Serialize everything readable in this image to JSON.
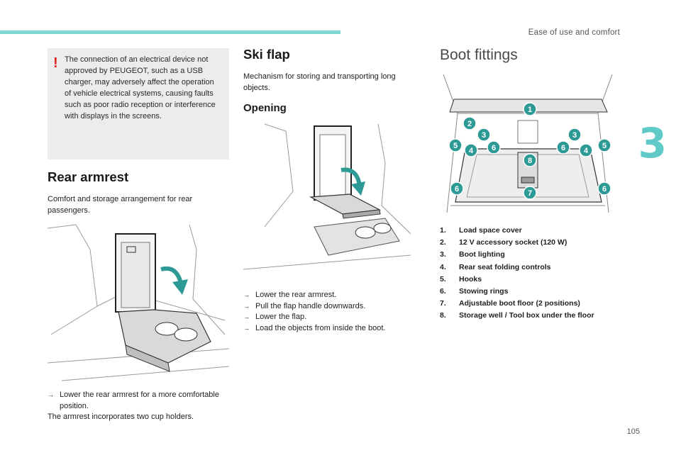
{
  "header": {
    "section_title": "Ease of use and comfort",
    "tab_number": "3",
    "page_number": "105"
  },
  "warning": {
    "mark": "!",
    "text": "The connection of an electrical device not approved by PEUGEOT, such as a USB charger, may adversely affect the operation of vehicle electrical systems, causing faults such as poor radio reception or interference with displays in the screens."
  },
  "rear_armrest": {
    "title": "Rear armrest",
    "intro": "Comfort and storage arrangement for rear passengers.",
    "steps": [
      "Lower the rear armrest for a more comfortable position."
    ],
    "note": "The armrest incorporates two cup holders."
  },
  "ski_flap": {
    "title": "Ski flap",
    "intro": "Mechanism for storing and transporting long objects.",
    "opening_title": "Opening",
    "steps": [
      "Lower the rear armrest.",
      "Pull the flap handle downwards.",
      "Lower the flap.",
      "Load the objects from inside the boot."
    ]
  },
  "boot_fittings": {
    "title": "Boot fittings",
    "items": [
      {
        "num": "1.",
        "label": "Load space cover"
      },
      {
        "num": "2.",
        "label": "12 V accessory socket (120 W)"
      },
      {
        "num": "3.",
        "label": "Boot lighting"
      },
      {
        "num": "4.",
        "label": "Rear seat folding controls"
      },
      {
        "num": "5.",
        "label": "Hooks"
      },
      {
        "num": "6.",
        "label": "Stowing rings"
      },
      {
        "num": "7.",
        "label": "Adjustable boot floor (2 positions)"
      },
      {
        "num": "8.",
        "label": "Storage well / Tool box under the floor"
      }
    ],
    "callouts": [
      "1",
      "2",
      "3",
      "3",
      "4",
      "4",
      "5",
      "5",
      "6",
      "6",
      "6",
      "6",
      "7",
      "8"
    ]
  },
  "colors": {
    "accent": "#5fcac7",
    "accent_bar": "#82d6d3",
    "callout": "#2d9a96",
    "warning_red": "#e2231a",
    "warning_bg": "#ececec"
  }
}
